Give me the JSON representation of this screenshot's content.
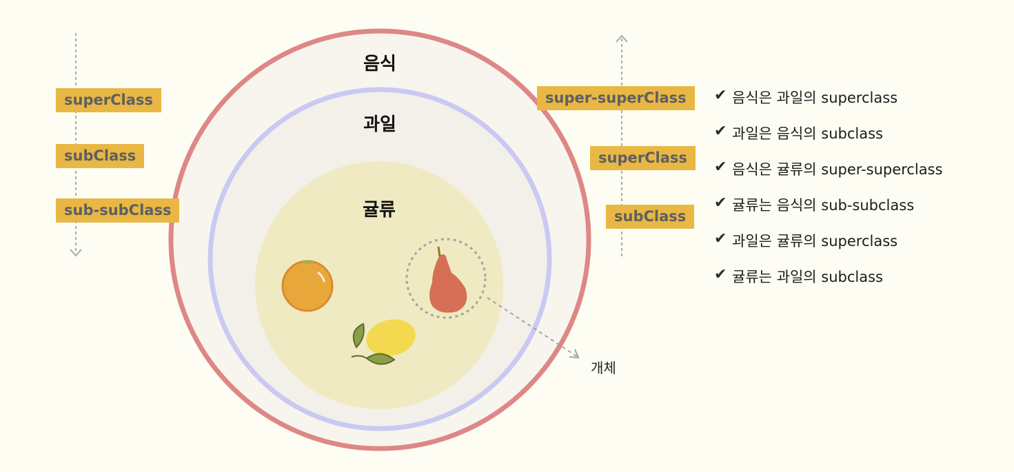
{
  "rings": {
    "outer": "음식",
    "middle": "과일",
    "inner": "귤류"
  },
  "left_tags": [
    "superClass",
    "subClass",
    "sub-subClass"
  ],
  "right_tags": [
    "super-superClass",
    "superClass",
    "subClass"
  ],
  "entity_label": "개체",
  "statements": [
    "음식은 과일의 superclass",
    "과일은 음식의 subclass",
    "음식은 귤류의 super-superclass",
    "귤류는 음식의 sub-subclass",
    "과일은 귤류의 superclass",
    "귤류는 과일의 subclass"
  ],
  "check_mark": "✔",
  "colors": {
    "background": "#fdfdf3",
    "outer_ring": "#de8787",
    "middle_ring": "#cac9f2",
    "inner_fill": "#efeac2",
    "tag": "#e9b743",
    "orange": "#e8a73a",
    "pear": "#d66f56",
    "lemon": "#f2d94f"
  },
  "icons": [
    "orange-fruit-icon",
    "pear-fruit-icon",
    "lemon-fruit-icon"
  ]
}
